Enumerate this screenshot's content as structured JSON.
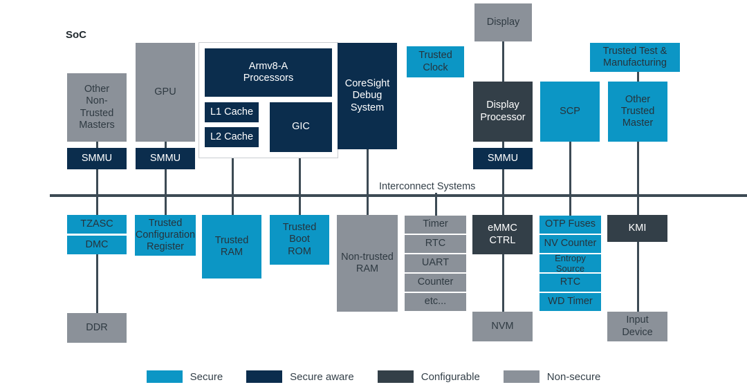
{
  "diagram": {
    "soc_label": "SoC",
    "bus_label": "Interconnect Systems"
  },
  "colors": {
    "secure": "#0c96c5",
    "secure_aware": "#0b2d4d",
    "configurable": "#333f48",
    "non_secure": "#8b9199",
    "line": "#3c4a54",
    "background": "#ffffff"
  },
  "blocks": {
    "other_non_trusted_masters": "Other\nNon-Trusted\nMasters",
    "smmu_1": "SMMU",
    "gpu": "GPU",
    "smmu_2": "SMMU",
    "armv8a_processors": "Armv8-A\nProcessors",
    "l1_cache": "L1 Cache",
    "l2_cache": "L2 Cache",
    "gic": "GIC",
    "coresight_debug_system": "CoreSight\nDebug\nSystem",
    "trusted_clock": "Trusted\nClock",
    "display": "Display",
    "display_processor": "Display\nProcessor",
    "smmu_3": "SMMU",
    "scp": "SCP",
    "trusted_test_manufacturing": "Trusted Test &\nManufacturing",
    "other_trusted_master": "Other\nTrusted\nMaster",
    "tzasc": "TZASC",
    "dmc": "DMC",
    "ddr": "DDR",
    "trusted_configuration_register": "Trusted\nConfiguration\nRegister",
    "trusted_ram": "Trusted\nRAM",
    "trusted_boot_rom": "Trusted\nBoot\nROM",
    "non_trusted_ram": "Non-trusted\nRAM",
    "peripherals": [
      "Timer",
      "RTC",
      "UART",
      "Counter",
      "etc..."
    ],
    "emmc_ctrl": "eMMC\nCTRL",
    "nvm": "NVM",
    "secure_peripherals": [
      "OTP Fuses",
      "NV Counter",
      "Entropy\nSource",
      "RTC",
      "WD Timer"
    ],
    "kmi": "KMI",
    "input_device": "Input\nDevice"
  },
  "legend": [
    {
      "label": "Secure",
      "color": "#0c96c5"
    },
    {
      "label": "Secure aware",
      "color": "#0b2d4d"
    },
    {
      "label": "Configurable",
      "color": "#333f48"
    },
    {
      "label": "Non-secure",
      "color": "#8b9199"
    }
  ]
}
